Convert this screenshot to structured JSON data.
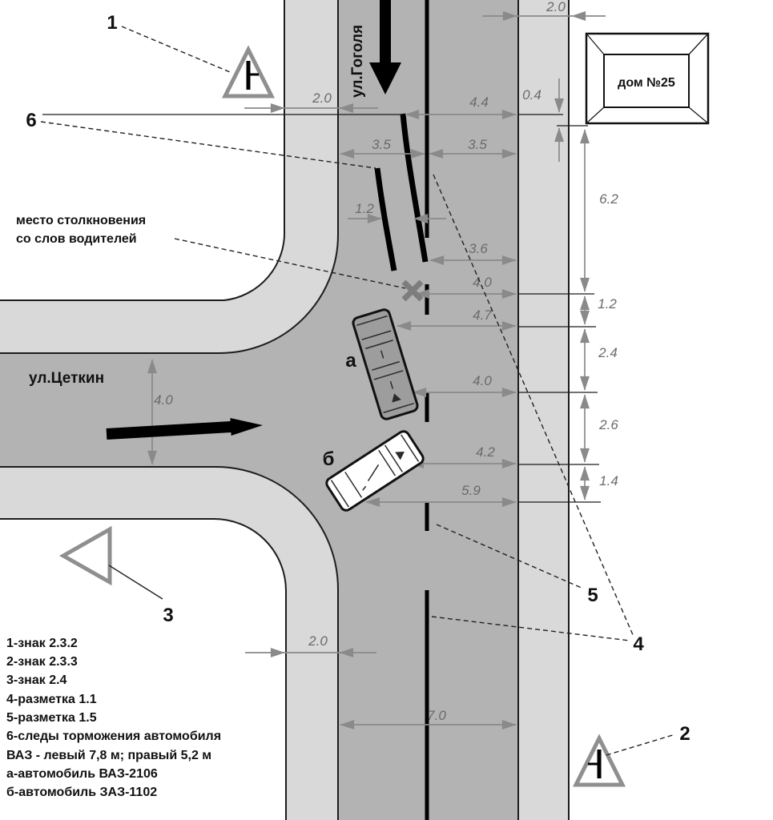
{
  "streets": {
    "vertical": "ул.Гоголя",
    "horizontal": "ул.Цеткин"
  },
  "building": {
    "label": "дом №25"
  },
  "collision_note": {
    "line1": "место столкновения",
    "line2": "со слов водителей"
  },
  "callouts": {
    "sign1": "1",
    "sign2": "2",
    "sign3": "3",
    "line_solid": "4",
    "line_dashed": "5",
    "skid": "6",
    "car_a": "а",
    "car_b": "б"
  },
  "dimensions": {
    "sidewalk_right_top": "2.0",
    "sidewalk_left_top": "2.0",
    "skid_to_edge": "4.4",
    "house_offset": "0.4",
    "lane_left": "3.5",
    "lane_right": "3.5",
    "skid_gap": "1.2",
    "house_to_x": "6.2",
    "skid_end_to_edge": "3.6",
    "x_to_edge": "4.0",
    "car_a_front": "4.7",
    "chain_1": "1.2",
    "car_a_rear": "4.0",
    "chain_2": "2.4",
    "car_b_front": "4.2",
    "chain_3": "2.6",
    "car_b_rear": "5.9",
    "chain_4": "1.4",
    "tsetkin_width": "4.0",
    "sidewalk_left_bottom": "2.0",
    "road_width": "7.0"
  },
  "legend": {
    "items": [
      "1-знак 2.3.2",
      "2-знак 2.3.3",
      "3-знак 2.4",
      "4-разметка 1.1",
      "5-разметка 1.5",
      "6-следы торможения автомобиля",
      "ВАЗ - левый 7,8 м; правый 5,2 м",
      "а-автомобиль ВАЗ-2106",
      "б-автомобиль ЗАЗ-1102"
    ]
  }
}
